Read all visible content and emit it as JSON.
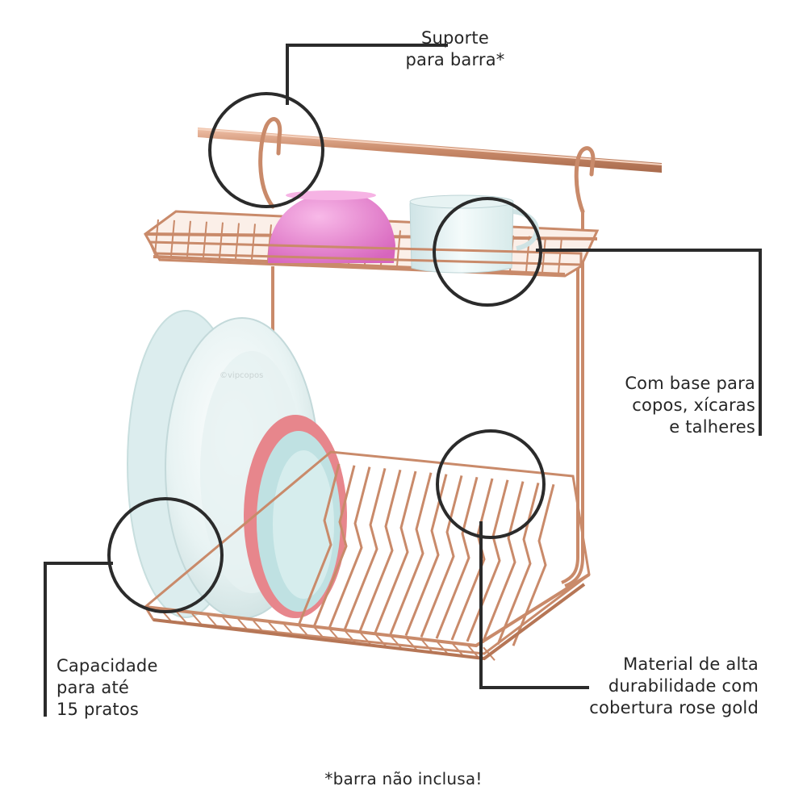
{
  "callouts": {
    "support": [
      "Suporte",
      "para barra*"
    ],
    "base": [
      "Com base para",
      "copos, xícaras",
      "e talheres"
    ],
    "capacity": [
      "Capacidade",
      "para até",
      "15 pratos"
    ],
    "material": [
      "Material de alta",
      "durabilidade com",
      "cobertura rose gold"
    ]
  },
  "footnote": "*barra não inclusa!",
  "watermark": "©vipcopos",
  "colors": {
    "rose_gold": "#c98a6a",
    "callout_line": "#2b2b2b",
    "bowl": "#e88cd0",
    "plate": "#dfeff0",
    "pink_plate_rim": "#e7868c"
  }
}
